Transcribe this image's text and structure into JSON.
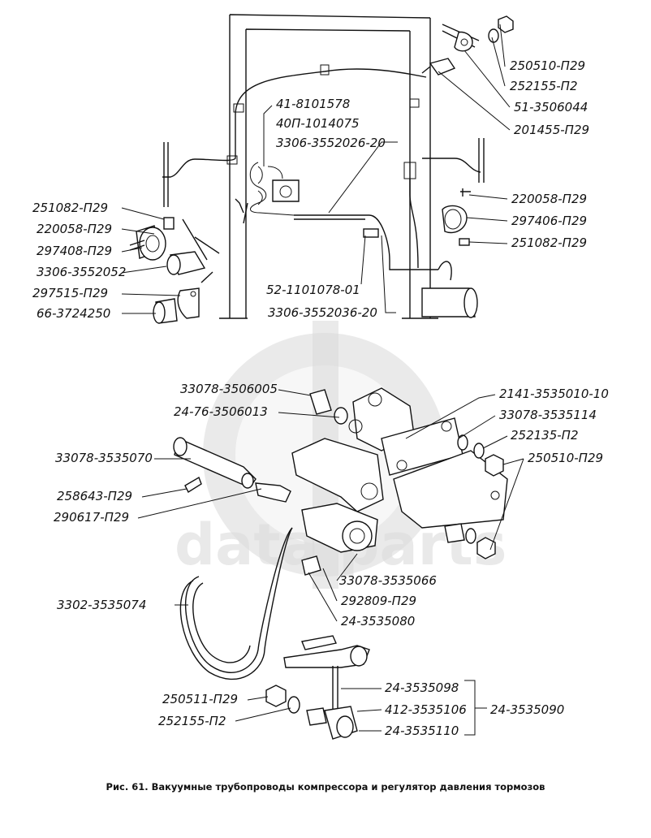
{
  "watermark": {
    "text": "data parts"
  },
  "caption": "Рис. 61. Вакуумные трубопроводы компрессора и регулятор давления тормозов",
  "labels": {
    "l250510a": "250510-П29",
    "l252155a": "252155-П2",
    "l513506044": "51-3506044",
    "l201455": "201455-П29",
    "l418101578": "41-8101578",
    "l40p1014075": "40П-1014075",
    "l3306355202620": "3306-3552026-20",
    "l220058b": "220058-П29",
    "l297406": "297406-П29",
    "l251082b": "251082-П29",
    "l251082a": "251082-П29",
    "l220058a": "220058-П29",
    "l297408": "297408-П29",
    "l33063552052": "3306-3552052",
    "l297515": "297515-П29",
    "l663724250": "66-3724250",
    "l52110107801": "52-1101078-01",
    "l3306355203620": "3306-3552036-20",
    "l330783506005": "33078-3506005",
    "l24763506013": "24-76-3506013",
    "l2141353501010": "2141-3535010-10",
    "l330783535114": "33078-3535114",
    "l252135": "252135-П2",
    "l250510b": "250510-П29",
    "l330783535070": "33078-3535070",
    "l258643": "258643-П29",
    "l290617": "290617-П29",
    "l330783535066": "33078-3535066",
    "l292809": "292809-П29",
    "l243535080": "24-3535080",
    "l33023535074": "3302-3535074",
    "l243535098": "24-3535098",
    "l250511": "250511-П29",
    "l4123535106": "412-3535106",
    "l243535090": "24-3535090",
    "l252155b": "252155-П2",
    "l243535110": "24-3535110"
  }
}
